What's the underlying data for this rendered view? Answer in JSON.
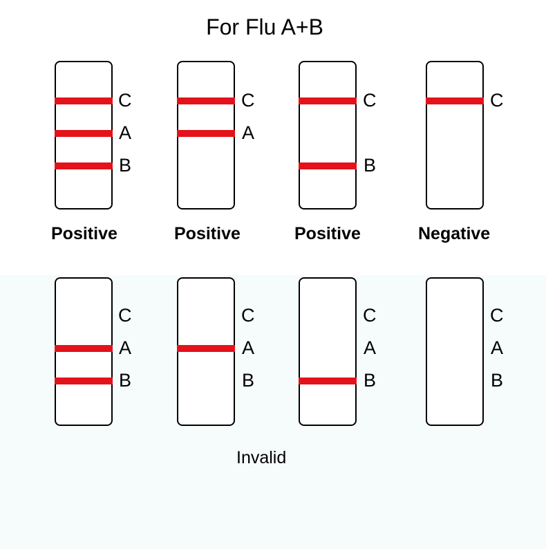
{
  "title": "For Flu A+B",
  "colors": {
    "line": "#e3121b",
    "border": "#000000",
    "bottom_background": "#f6fbfc"
  },
  "labels": {
    "c": "C",
    "a": "A",
    "b": "B"
  },
  "results": {
    "positive": "Positive",
    "negative": "Negative",
    "invalid": "Invalid"
  }
}
